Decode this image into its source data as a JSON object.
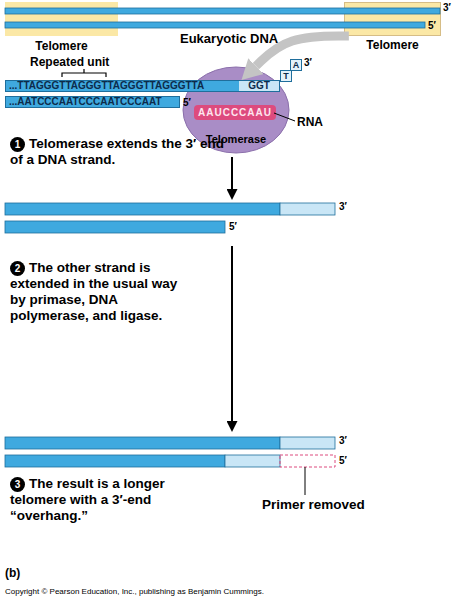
{
  "diagram": {
    "nodes": [
      {
        "text": [
          "Telomere"
        ]
      },
      {
        "text": [
          "Telomere"
        ]
      },
      {
        "text": [
          "...TTAGGGTTAGGGTTAGGGTTAGGGTTA",
          "GGT"
        ]
      },
      {
        "text": [
          "T"
        ]
      },
      {
        "text": [
          "A"
        ]
      },
      {
        "text": [
          "...AATCCCAATCCCAATCCCAAT"
        ]
      },
      {
        "text": [
          "Telomerase"
        ]
      },
      {
        "text": [
          "AAUCCCAAU"
        ],
        "in": 6
      },
      {
        "text": [
          "1"
        ]
      },
      {
        "text": [
          "2"
        ]
      },
      {
        "text": [
          "3"
        ]
      }
    ],
    "edges": [
      {
        "from": 1,
        "to": 2,
        "arrow": "to"
      }
    ],
    "labels": [
      "3′",
      "5′",
      "Eukaryotic DNA",
      "Repeated unit",
      "3′",
      "5′",
      "RNA",
      "Telomerase extends the 3′ end of a DNA strand.",
      "3′",
      "5′",
      "The other strand is extended in the usual way by primase, DNA polymerase, and ligase.",
      "3′",
      "5′",
      "Primer removed",
      "The result is a longer telomere with a 3′-end “overhang.”",
      "(b)",
      "Copyright © Pearson Education, Inc., publishing as Benjamin Cummings."
    ]
  }
}
